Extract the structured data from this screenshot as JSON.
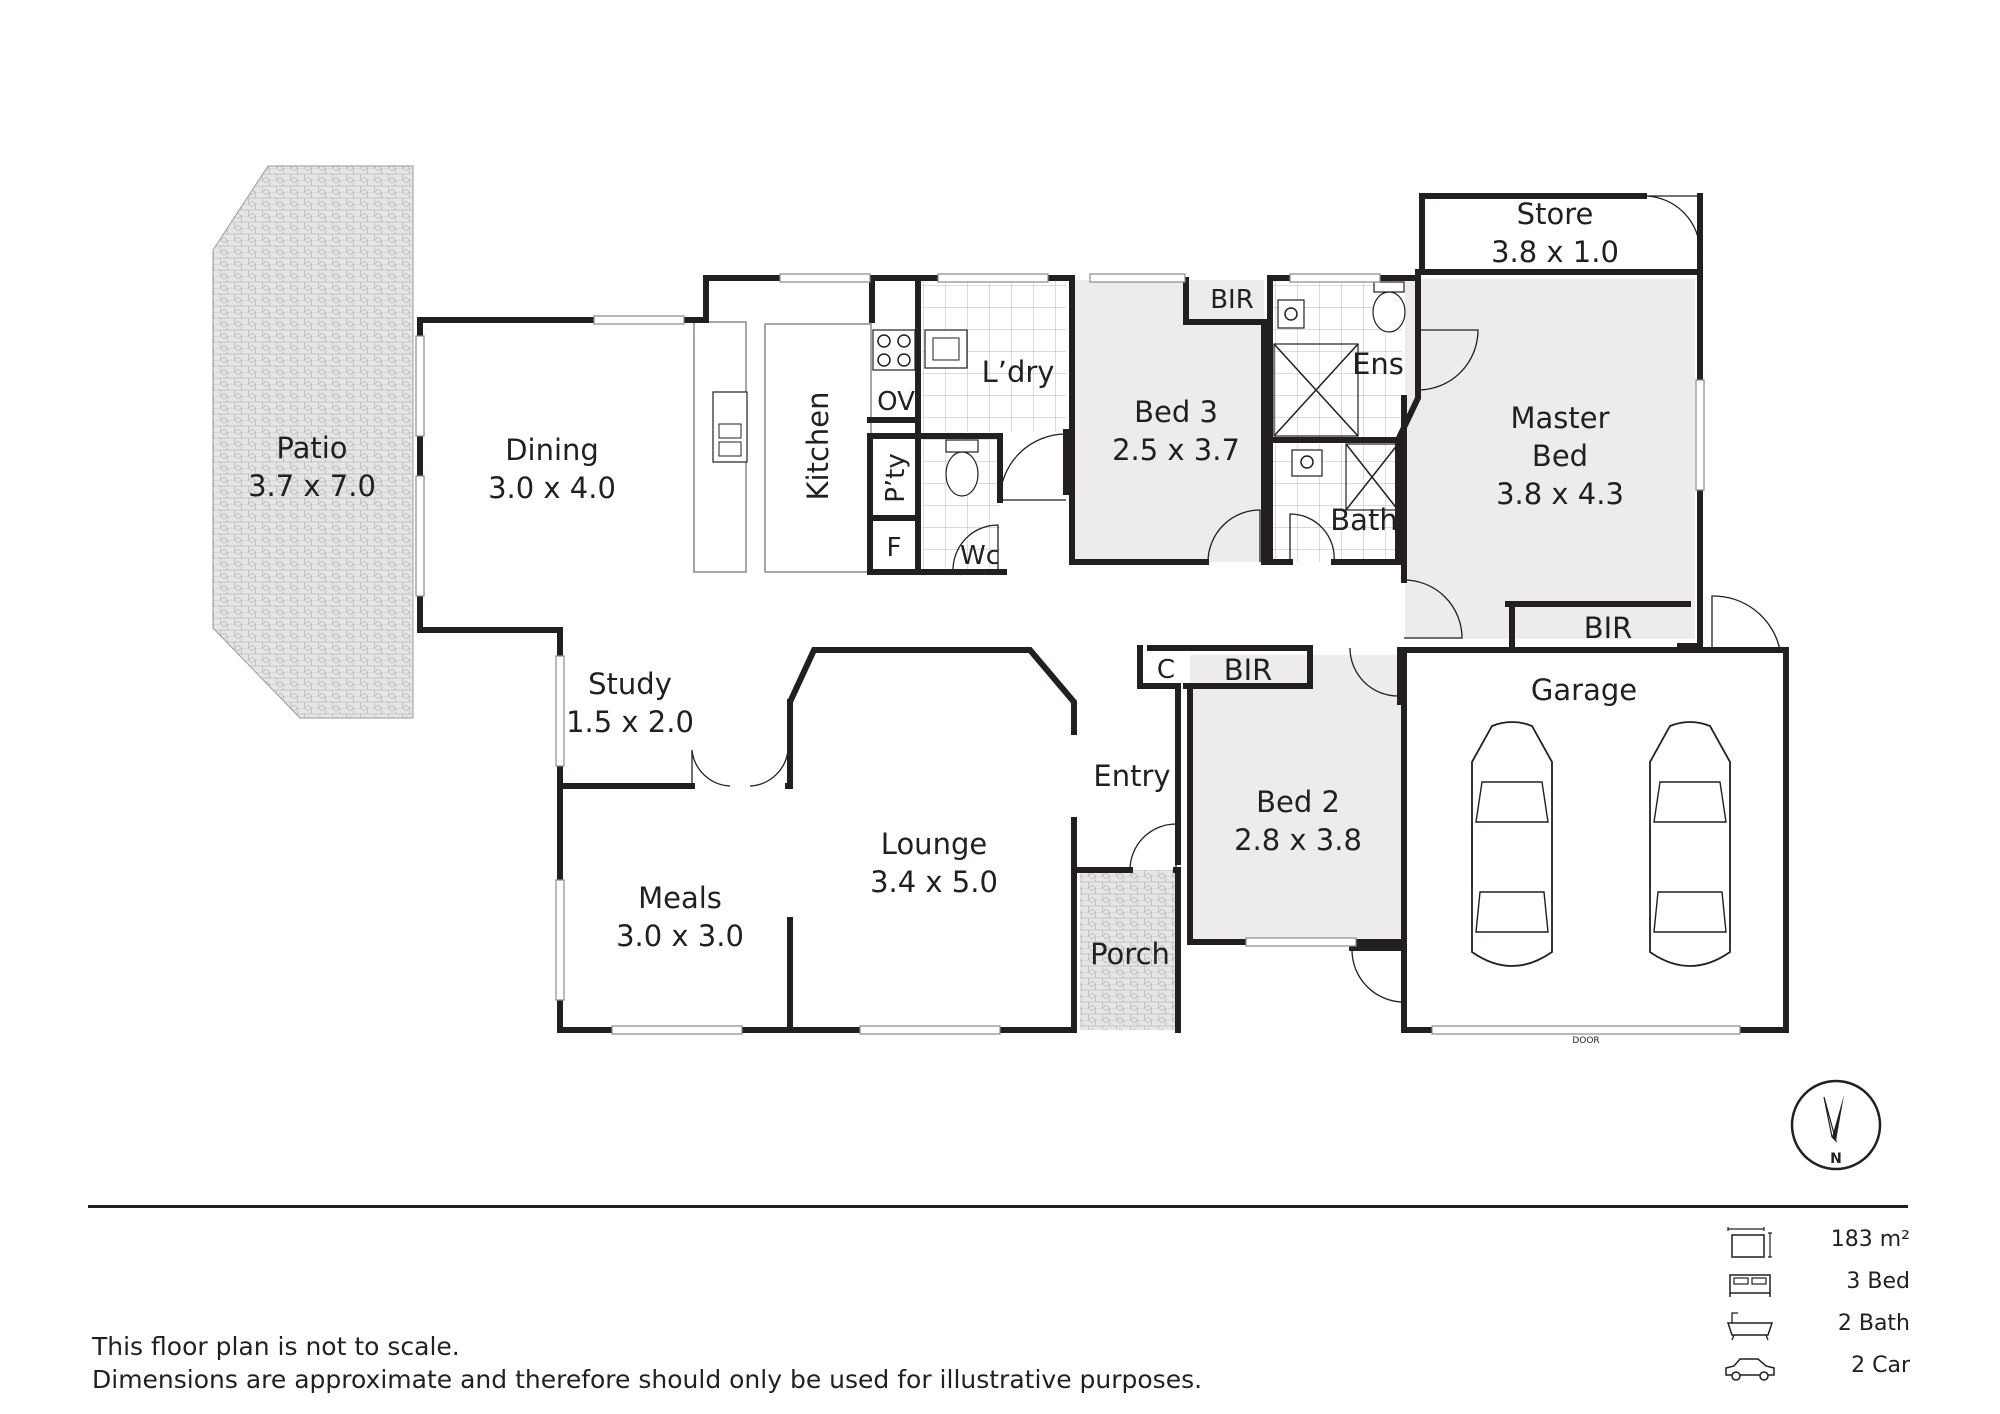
{
  "rooms": {
    "patio": {
      "name": "Patio",
      "dims": "3.7 x 7.0"
    },
    "dining": {
      "name": "Dining",
      "dims": "3.0 x 4.0"
    },
    "kitchen": {
      "name": "Kitchen"
    },
    "laundry": {
      "name": "L’dry"
    },
    "oven": {
      "name": "OV"
    },
    "pantry": {
      "name": "P’ty"
    },
    "fridge": {
      "name": "F"
    },
    "wc": {
      "name": "Wc"
    },
    "bed3": {
      "name": "Bed 3",
      "dims": "2.5 x 3.7"
    },
    "bir_bed3": {
      "name": "BIR"
    },
    "ensuite": {
      "name": "Ens"
    },
    "bath": {
      "name": "Bath"
    },
    "store": {
      "name": "Store",
      "dims": "3.8 x 1.0"
    },
    "master": {
      "name_line1": "Master",
      "name_line2": "Bed",
      "dims": "3.8 x 4.3"
    },
    "bir_master": {
      "name": "BIR"
    },
    "study": {
      "name": "Study",
      "dims": "1.5 x 2.0"
    },
    "lounge": {
      "name": "Lounge",
      "dims": "3.4 x 5.0"
    },
    "meals": {
      "name": "Meals",
      "dims": "3.0 x 3.0"
    },
    "entry": {
      "name": "Entry"
    },
    "porch": {
      "name": "Porch"
    },
    "linen": {
      "name": "C"
    },
    "bir_bed2": {
      "name": "BIR"
    },
    "bed2": {
      "name": "Bed 2",
      "dims": "2.8 x 3.8"
    },
    "garage": {
      "name": "Garage",
      "door_label": "DOOR"
    }
  },
  "compass": {
    "label": "N"
  },
  "disclaimer": {
    "line1": "This floor plan is not to scale.",
    "line2": "Dimensions are approximate and therefore should only be used for illustrative purposes."
  },
  "stats": [
    {
      "icon": "area-icon",
      "text": "183 m²"
    },
    {
      "icon": "bed-icon",
      "text": "3 Bed"
    },
    {
      "icon": "bath-icon",
      "text": "2 Bath"
    },
    {
      "icon": "car-icon",
      "text": "2 Car"
    }
  ],
  "colors": {
    "wall": "#231f20",
    "room_fill": "#ececec",
    "patio_fill": "#e4e4e4"
  }
}
